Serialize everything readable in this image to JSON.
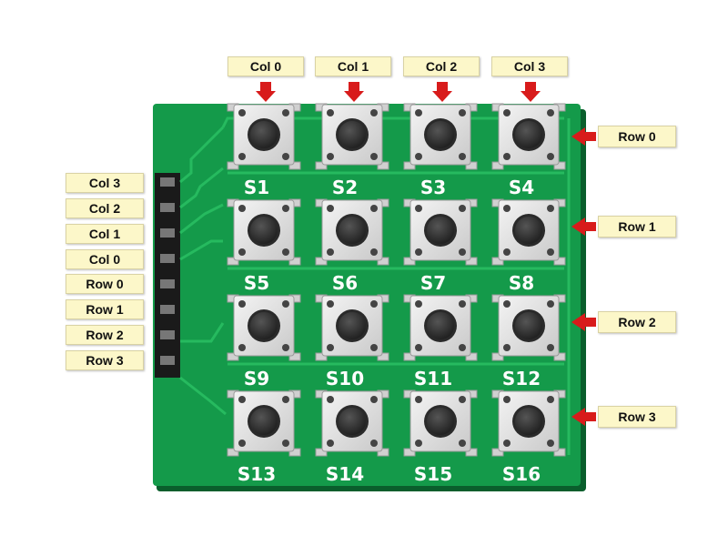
{
  "colors": {
    "pcb": "#149a4a",
    "pcb_dark": "#0f7a3a",
    "trace": "#27b85d",
    "label_bg": "#fcf7c9",
    "arrow": "#d81b1b",
    "button_cap": "#3a3a3a",
    "switch_body": "#e2e2e2"
  },
  "top_labels": [
    "Col 0",
    "Col 1",
    "Col 2",
    "Col 3"
  ],
  "right_labels": [
    "Row 0",
    "Row 1",
    "Row 2",
    "Row 3"
  ],
  "left_labels": [
    "Col 3",
    "Col 2",
    "Col 1",
    "Col 0",
    "Row 0",
    "Row 1",
    "Row 2",
    "Row 3"
  ],
  "switches": [
    "S1",
    "S2",
    "S3",
    "S4",
    "S5",
    "S6",
    "S7",
    "S8",
    "S9",
    "S10",
    "S11",
    "S12",
    "S13",
    "S14",
    "S15",
    "S16"
  ]
}
